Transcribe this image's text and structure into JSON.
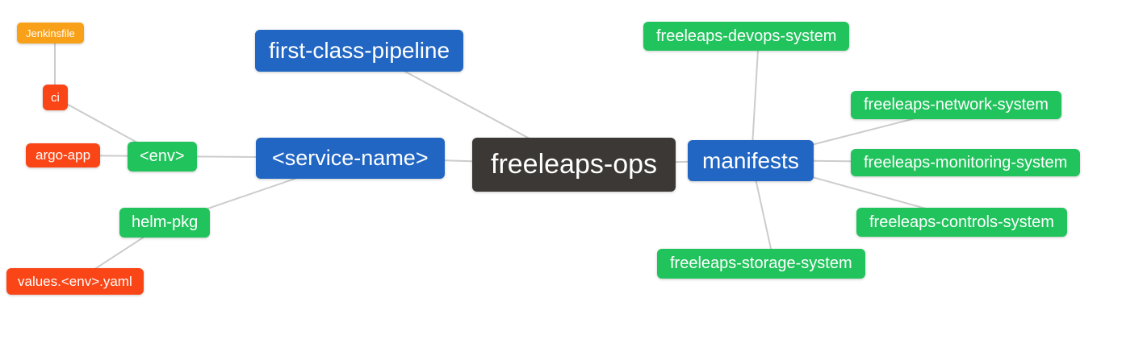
{
  "palette": {
    "root": "#3B3835",
    "branch": "#2166C3",
    "leaf_green": "#21C35C",
    "leaf_red": "#FA4616",
    "leaf_orange": "#F8A118",
    "edge": "#CCCCCC",
    "text": "#FFFFFF"
  },
  "nodes": {
    "jenkinsfile": {
      "label": "Jenkinsfile"
    },
    "ci": {
      "label": "ci"
    },
    "argo_app": {
      "label": "argo-app"
    },
    "env": {
      "label": "<env>"
    },
    "helm_pkg": {
      "label": "helm-pkg"
    },
    "values_env_yaml": {
      "label": "values.<env>.yaml"
    },
    "first_class_pipeline": {
      "label": "first-class-pipeline"
    },
    "service_name": {
      "label": "<service-name>"
    },
    "freeleaps_ops": {
      "label": "freeleaps-ops"
    },
    "manifests": {
      "label": "manifests"
    },
    "devops_system": {
      "label": "freeleaps-devops-system"
    },
    "network_system": {
      "label": "freeleaps-network-system"
    },
    "monitoring_system": {
      "label": "freeleaps-monitoring-system"
    },
    "controls_system": {
      "label": "freeleaps-controls-system"
    },
    "storage_system": {
      "label": "freeleaps-storage-system"
    }
  },
  "edges": [
    [
      "jenkinsfile",
      "ci"
    ],
    [
      "ci",
      "env"
    ],
    [
      "argo_app",
      "env"
    ],
    [
      "env",
      "service_name"
    ],
    [
      "helm_pkg",
      "service_name"
    ],
    [
      "values_env_yaml",
      "helm_pkg"
    ],
    [
      "first_class_pipeline",
      "freeleaps_ops"
    ],
    [
      "service_name",
      "freeleaps_ops"
    ],
    [
      "freeleaps_ops",
      "manifests"
    ],
    [
      "manifests",
      "devops_system"
    ],
    [
      "manifests",
      "network_system"
    ],
    [
      "manifests",
      "monitoring_system"
    ],
    [
      "manifests",
      "controls_system"
    ],
    [
      "manifests",
      "storage_system"
    ]
  ]
}
